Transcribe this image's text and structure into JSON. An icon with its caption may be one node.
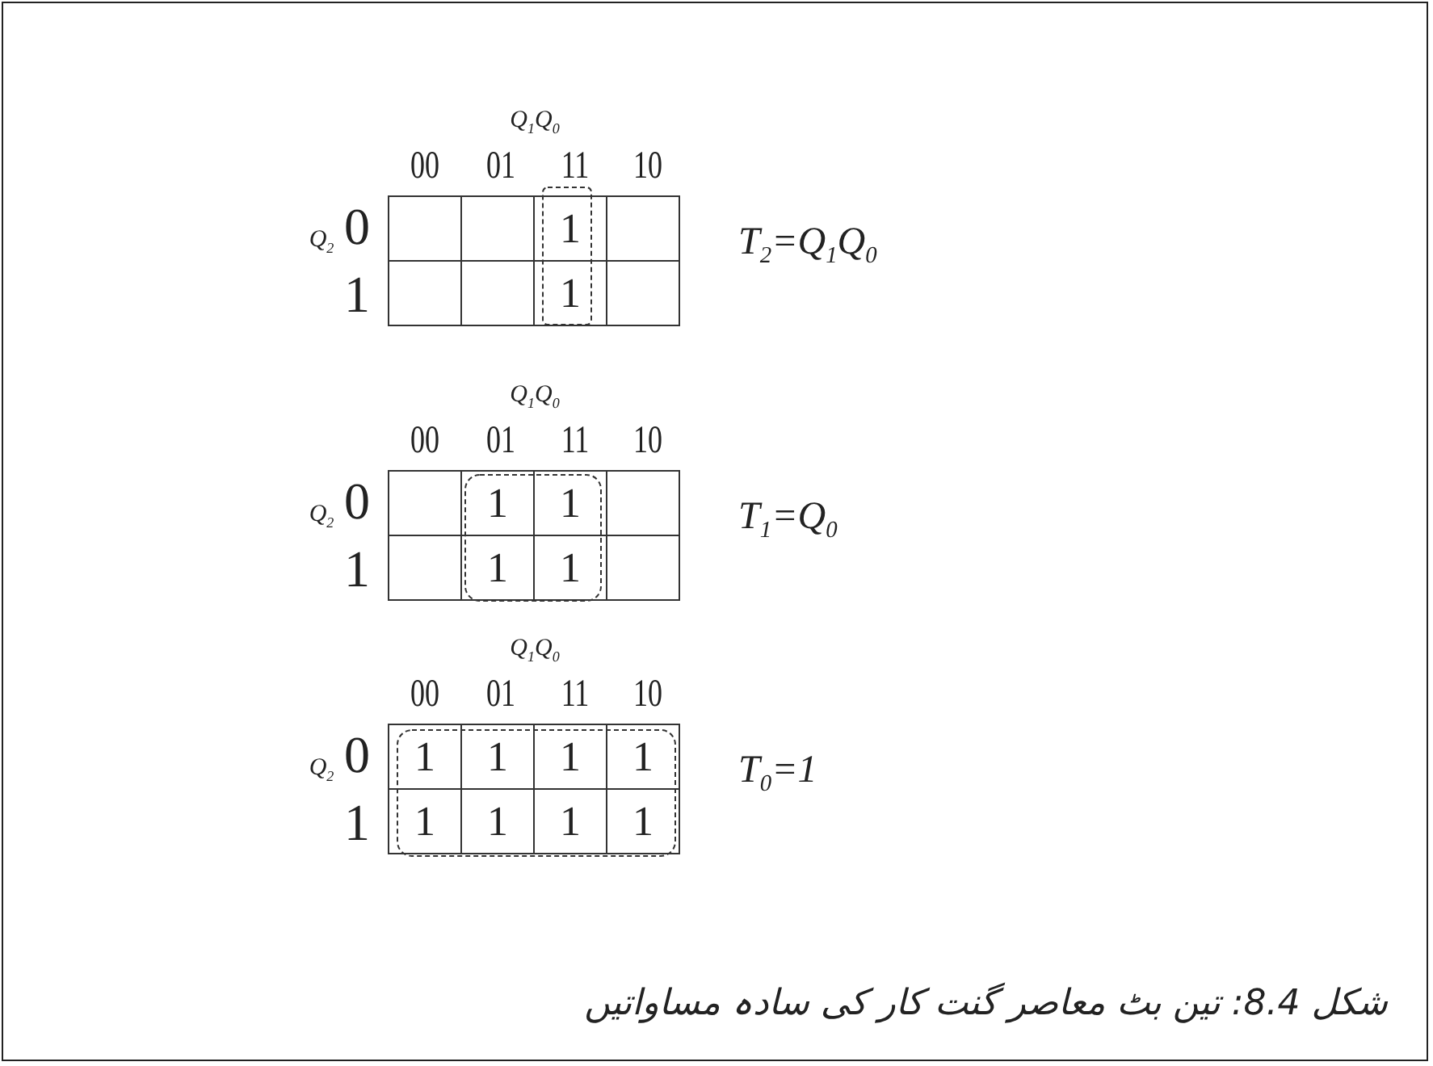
{
  "diagram": {
    "caption": "شکل *8.4*: تین بٹ معاصر گنت کار کی سادہ مساواتیں",
    "nodes": [
      {
        "text": [],
        "shape": "box"
      },
      {
        "text": [],
        "shape": "box"
      },
      {
        "text": [
          "1"
        ]
      },
      {
        "text": [],
        "shape": "box"
      },
      {
        "text": [],
        "shape": "box"
      },
      {
        "text": [],
        "shape": "box"
      },
      {
        "text": [
          "1"
        ]
      },
      {
        "text": [],
        "shape": "box"
      },
      {
        "text": [],
        "shape": "box"
      },
      {
        "text": [
          "1"
        ]
      },
      {
        "text": [
          "1"
        ]
      },
      {
        "text": [],
        "shape": "box"
      },
      {
        "text": [],
        "shape": "box"
      },
      {
        "text": [
          "1"
        ]
      },
      {
        "text": [
          "1"
        ]
      },
      {
        "text": [],
        "shape": "box"
      },
      {
        "text": [
          "1"
        ]
      },
      {
        "text": [
          "1"
        ]
      },
      {
        "text": [
          "1"
        ]
      },
      {
        "text": [
          "1"
        ]
      },
      {
        "text": [
          "1"
        ]
      },
      {
        "text": [
          "1"
        ]
      },
      {
        "text": [
          "1"
        ]
      },
      {
        "text": [
          "1"
        ]
      }
    ],
    "labels": [
      "Q$_{1}$Q$_{0}$",
      "00",
      "01",
      "11",
      "10",
      "Q$_{2}$",
      "0",
      "1",
      "T$_{2}$=Q$_{1}$Q$_{0}$",
      "Q$_{1}$Q$_{0}$",
      "00",
      "01",
      "11",
      "10",
      "Q$_{2}$",
      "0",
      "1",
      "T$_{1}$=Q$_{0}$",
      "Q$_{1}$Q$_{0}$",
      "00",
      "01",
      "11",
      "10",
      "Q$_{2}$",
      "0",
      "1",
      "T$_{0}$=1"
    ]
  }
}
